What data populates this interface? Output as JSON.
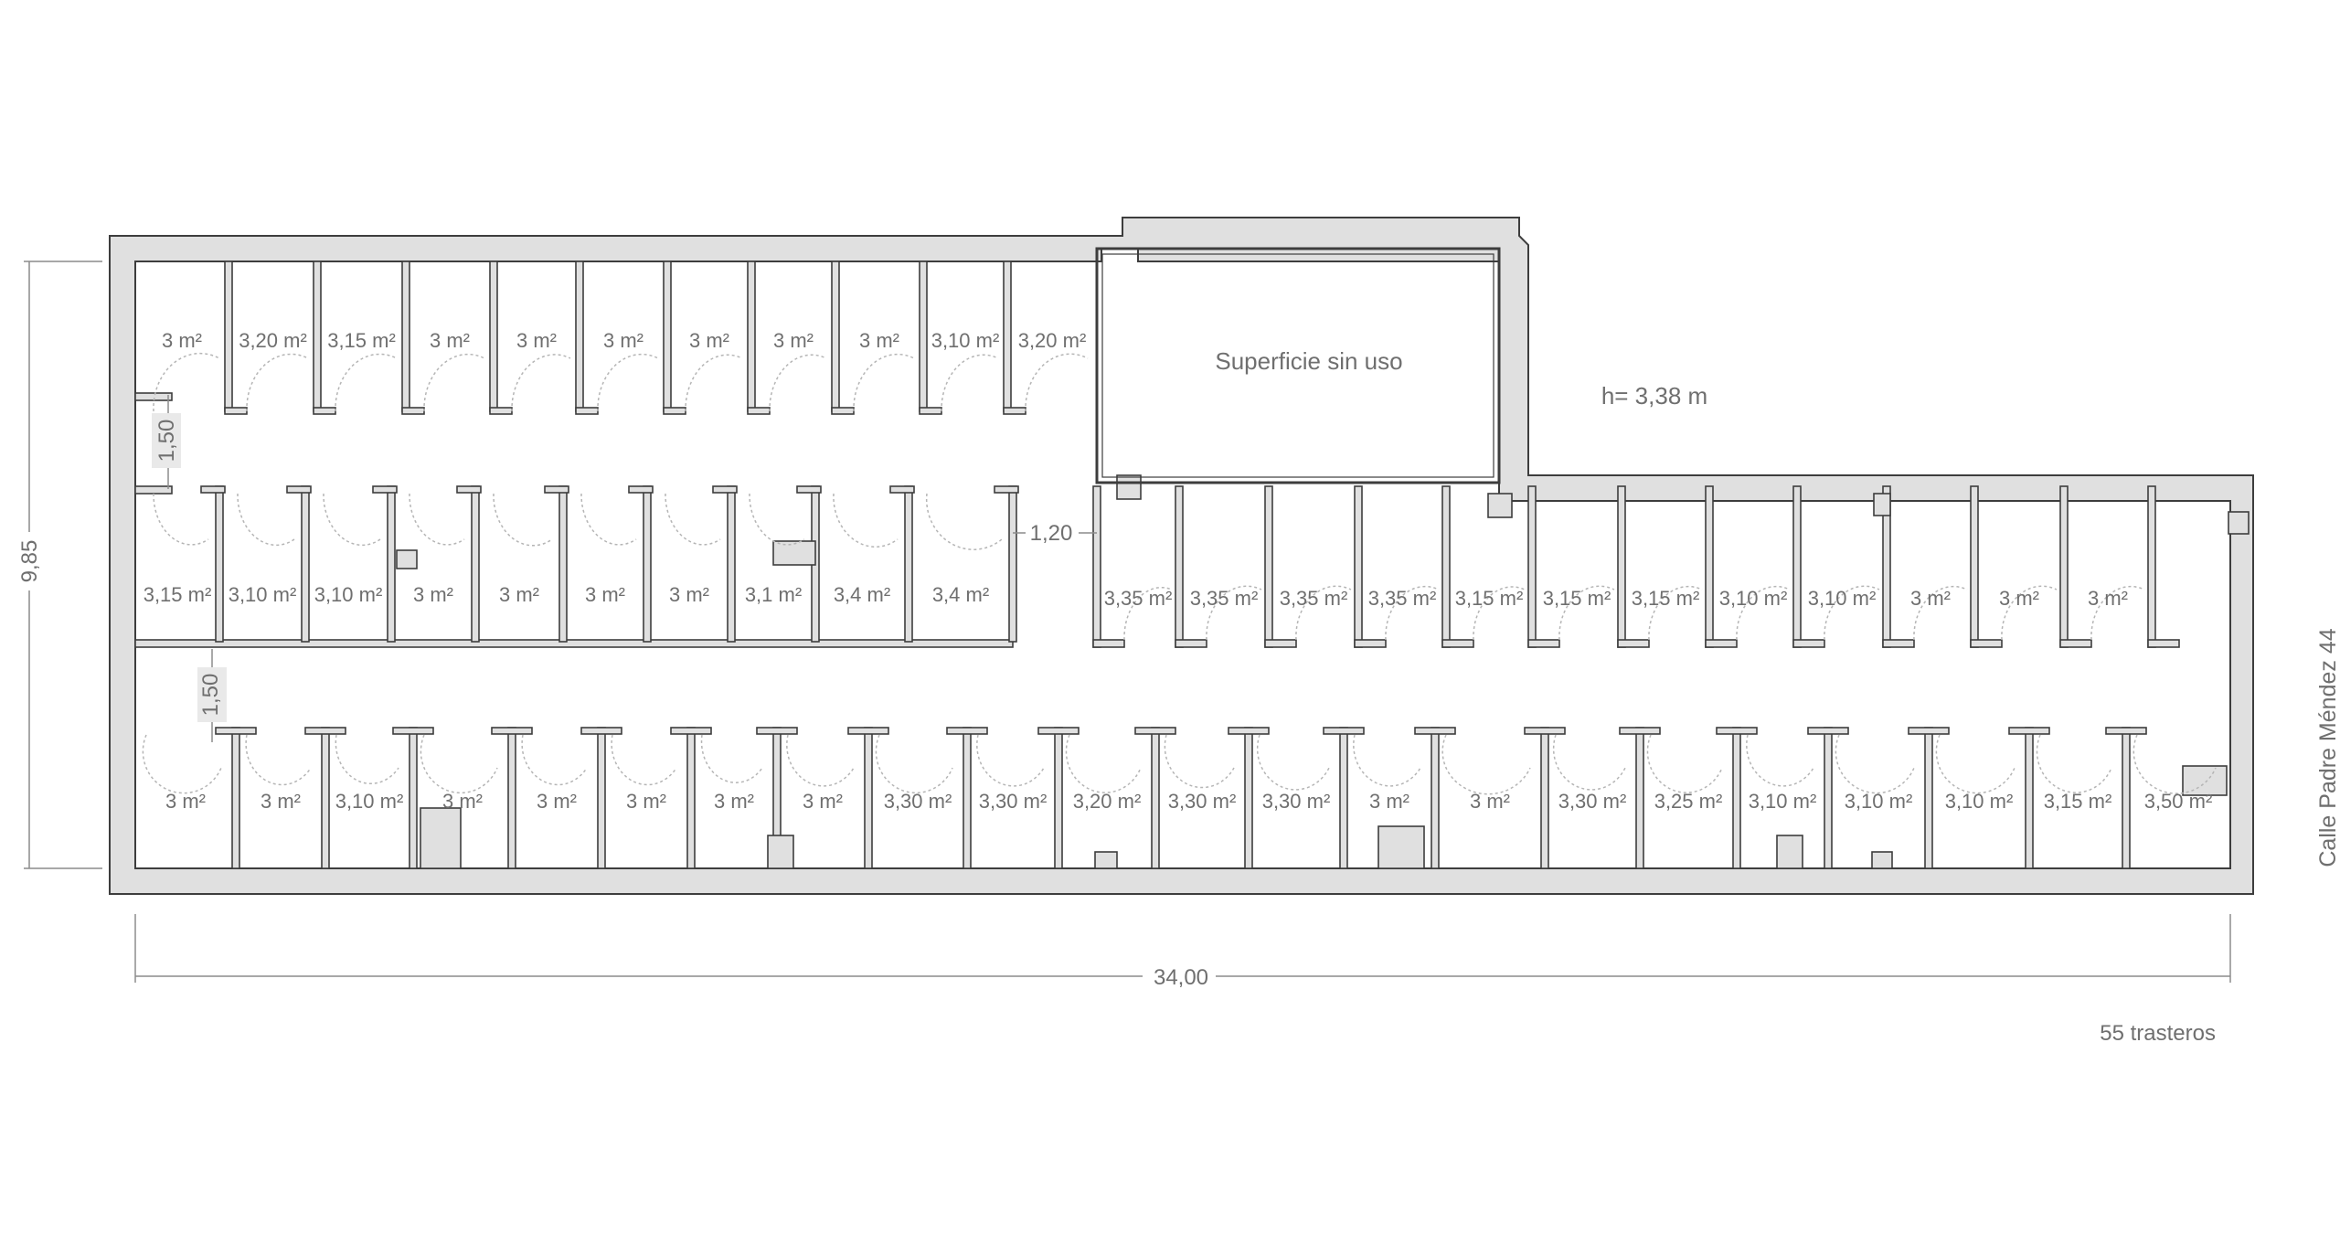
{
  "plan": {
    "unused_area_label": "Superficie sin uso",
    "ceiling_height": "h= 3,38 m",
    "total_units": "55 trasteros",
    "street": "Calle Padre Méndez 44",
    "colors": {
      "wall_fill": "#e0e0e0",
      "wall_stroke": "#3d3d3d",
      "text": "#6f6f6f",
      "door_arc": "#b5b5b5"
    }
  },
  "dimensions": {
    "width_total": "34,00",
    "height_total": "9,85",
    "aisle_top": "1,50",
    "aisle_bottom": "1,50",
    "aisle_right": "1,20"
  },
  "rows": {
    "top": [
      "3 m²",
      "3,20 m²",
      "3,15 m²",
      "3 m²",
      "3 m²",
      "3 m²",
      "3 m²",
      "3 m²",
      "3 m²",
      "3,10 m²",
      "3,20 m²"
    ],
    "middle_left": [
      "3,15 m²",
      "3,10 m²",
      "3,10 m²",
      "3 m²",
      "3 m²",
      "3 m²",
      "3 m²",
      "3,1 m²",
      "3,4 m²",
      "3,4 m²"
    ],
    "middle_right": [
      "3,35 m²",
      "3,35 m²",
      "3,35 m²",
      "3,35 m²",
      "3,15 m²",
      "3,15 m²",
      "3,15 m²",
      "3,10 m²",
      "3,10 m²",
      "3 m²",
      "3 m²",
      "3 m²"
    ],
    "bottom": [
      "3 m²",
      "3 m²",
      "3,10 m²",
      "3 m²",
      "3 m²",
      "3 m²",
      "3 m²",
      "3 m²",
      "3,30 m²",
      "3,30 m²",
      "3,20 m²",
      "3,30 m²",
      "3,30 m²",
      "3 m²",
      "3 m²",
      "3,30 m²",
      "3,25 m²",
      "3,10 m²",
      "3,10 m²",
      "3,10 m²",
      "3,15 m²",
      "3,50 m²"
    ]
  }
}
